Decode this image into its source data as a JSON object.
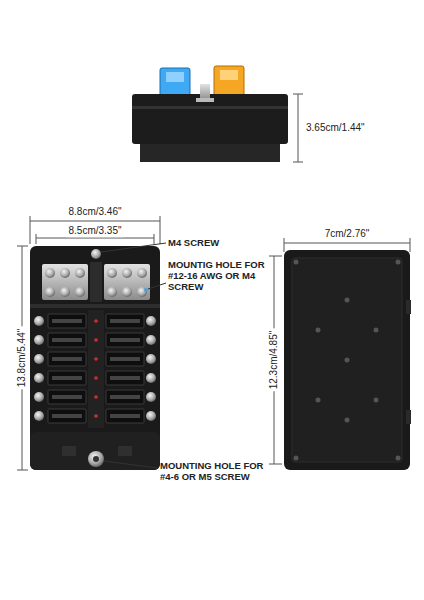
{
  "diagram": {
    "labels": [
      "3.65cm/1.44\"",
      "8.8cm/3.46\"",
      "8.5cm/3.35\"",
      "M4 SCREW",
      "MOUNTIG HOLE FOR #12-16 AWG OR M4 SCREW",
      "13.8cm/5.44\"",
      "7cm/2.76\"",
      "12.3cm/4.85\"",
      "MOUNTING HOLE FOR #4-6 OR M5 SCREW"
    ]
  }
}
